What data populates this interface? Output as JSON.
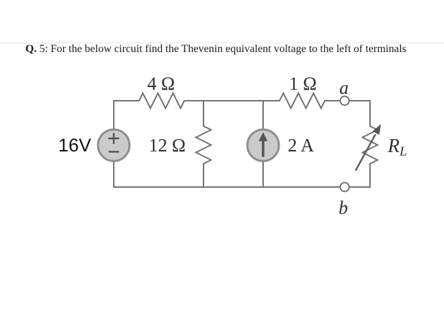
{
  "question": {
    "prefix": "Q.",
    "body": " 5: For the below circuit find the Thevenin equivalent voltage to the left of terminals"
  },
  "circuit": {
    "voltage_source": {
      "label": "16V",
      "type": "independent-voltage-source",
      "polarity": "plus-top"
    },
    "resistor_top_left": {
      "label": "4 Ω"
    },
    "resistor_shunt": {
      "label": "12 Ω"
    },
    "resistor_top_right": {
      "label": "1 Ω"
    },
    "current_source": {
      "label": "2 A",
      "direction": "up"
    },
    "load_resistor": {
      "label": "R",
      "subscript": "L",
      "type": "variable-resistor"
    },
    "terminal_a": {
      "label": "a"
    },
    "terminal_b": {
      "label": "b"
    },
    "colors": {
      "wire": "#6f6f6f",
      "source_fill": "#cbcbcb",
      "source_stroke": "#8d8d8d",
      "symbol": "#4e4e4e",
      "label_text": "#2e2e2e",
      "voltage_label_text": "#111111"
    }
  }
}
